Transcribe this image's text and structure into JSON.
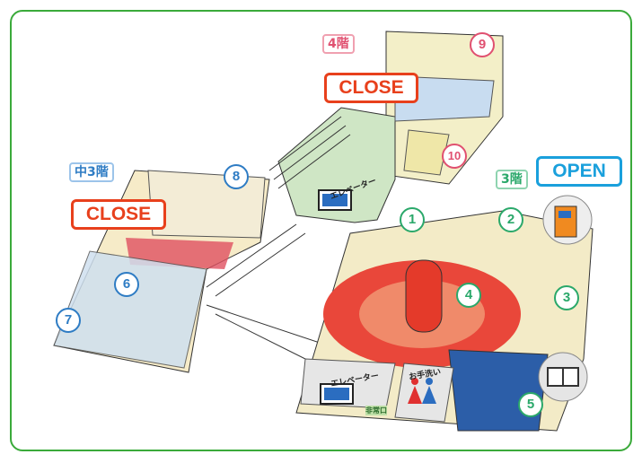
{
  "floors": {
    "f4": {
      "label": "4階",
      "status": "CLOSE",
      "color": "#e05070"
    },
    "f3m": {
      "label": "中3階",
      "status": "CLOSE",
      "color": "#2e7cc4"
    },
    "f3": {
      "label": "3階",
      "status": "OPEN",
      "color": "#2aa86a"
    }
  },
  "status_colors": {
    "close": "#e8401c",
    "open": "#1aa0dc"
  },
  "spots": [
    {
      "n": "1",
      "floor": "3階"
    },
    {
      "n": "2",
      "floor": "3階"
    },
    {
      "n": "3",
      "floor": "3階"
    },
    {
      "n": "4",
      "floor": "3階"
    },
    {
      "n": "5",
      "floor": "3階"
    },
    {
      "n": "6",
      "floor": "中3階"
    },
    {
      "n": "7",
      "floor": "中3階"
    },
    {
      "n": "8",
      "floor": "中3階"
    },
    {
      "n": "9",
      "floor": "4階"
    },
    {
      "n": "10",
      "floor": "4階"
    }
  ],
  "labels": {
    "elevator": "エレベーター",
    "restroom": "お手洗い",
    "emergency_exit": "非常口"
  },
  "icons": [
    "elevator-icon",
    "restroom-icon",
    "atm-icon",
    "window-icon"
  ]
}
